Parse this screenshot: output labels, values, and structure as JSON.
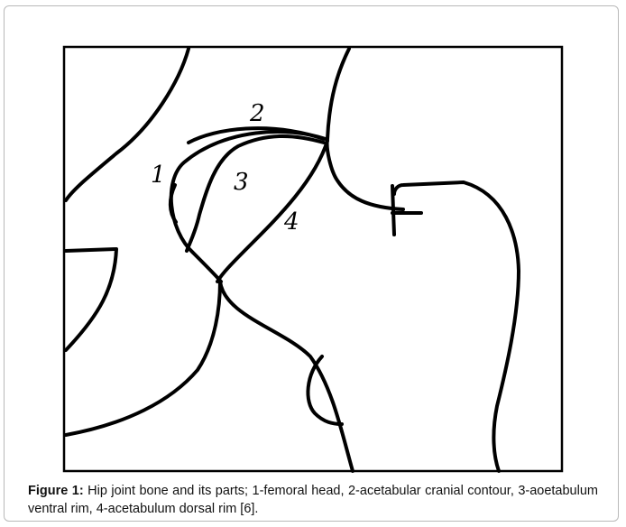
{
  "figure": {
    "label": "Figure 1:",
    "caption": " Hip joint bone and its parts; 1-femoral head, 2-acetabular cranial contour, 3-aoetabulum ventral rim, 4-acetabulum dorsal rim [6].",
    "part_labels": [
      "1",
      "2",
      "3",
      "4"
    ],
    "line_color": "#000000"
  }
}
